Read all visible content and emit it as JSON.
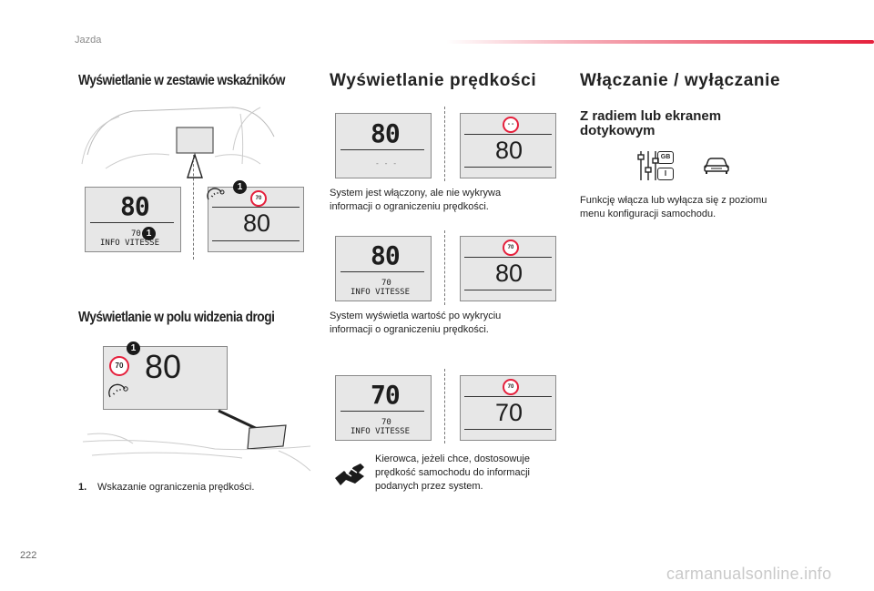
{
  "header": {
    "section": "Jazda"
  },
  "page_number": "222",
  "col1": {
    "heading1": "Wyświetlanie w zestawie wskaźników",
    "heading2": "Wyświetlanie w polu widzenia drogi",
    "cluster_display": {
      "speed": "80",
      "limit": "70",
      "info": "INFO VITESSE"
    },
    "cluster_panel": {
      "sign": "70",
      "speed": "80"
    },
    "hud": {
      "sign": "70",
      "speed": "80"
    },
    "badge": "1",
    "footnote_num": "1.",
    "footnote_text": "Wskazanie ograniczenia prędkości."
  },
  "col2": {
    "heading": "Wyświetlanie prędkości",
    "row1": {
      "left_speed": "80",
      "left_sub": "- - -",
      "right_sign": "- -",
      "right_speed": "80",
      "caption": "System jest włączony, ale nie wykrywa informacji o ograniczeniu prędkości."
    },
    "row2": {
      "left_speed": "80",
      "left_limit": "70",
      "left_info": "INFO VITESSE",
      "right_sign": "70",
      "right_speed": "80",
      "caption": "System wyświetla wartość po wykryciu informacji o ograniczeniu prędkości."
    },
    "row3": {
      "left_speed": "70",
      "left_limit": "70",
      "left_info": "INFO VITESSE",
      "right_sign": "70",
      "right_speed": "70",
      "caption": "Kierowca, jeżeli chce, dostosowuje prędkość samochodu do informacji podanych przez system."
    }
  },
  "col3": {
    "heading": "Włączanie / wyłączanie",
    "subheading": "Z radiem lub ekranem dotykowym",
    "badge_gb": "GB",
    "badge_i": "I",
    "caption": "Funkcję włącza lub wyłącza się z poziomu menu konfiguracji samochodu."
  },
  "watermark": "carmanualsonline.info",
  "colors": {
    "accent": "#e5203c",
    "display_bg": "#e7e7e7"
  }
}
